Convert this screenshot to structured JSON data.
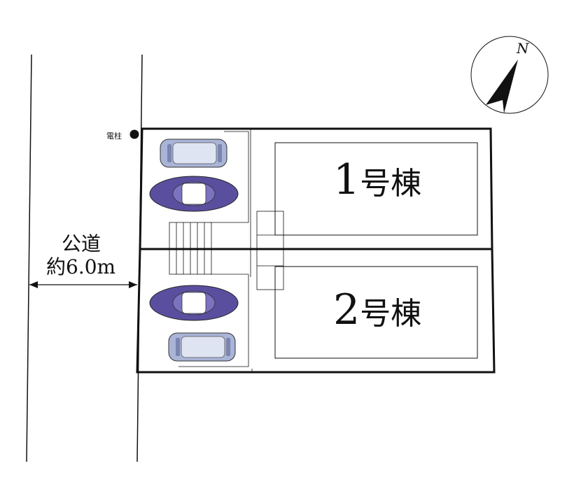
{
  "road": {
    "name": "公道",
    "width_label": "約6.0m"
  },
  "utility_pole": {
    "label": "電柱"
  },
  "buildings": [
    {
      "number": "1",
      "suffix": "号棟"
    },
    {
      "number": "2",
      "suffix": "号棟"
    }
  ],
  "compass": {
    "label": "N",
    "icon": "north-arrow-icon"
  },
  "colors": {
    "car_sedan": "#5a4f9e",
    "car_van": "#a9b4d6",
    "line": "#111111"
  }
}
